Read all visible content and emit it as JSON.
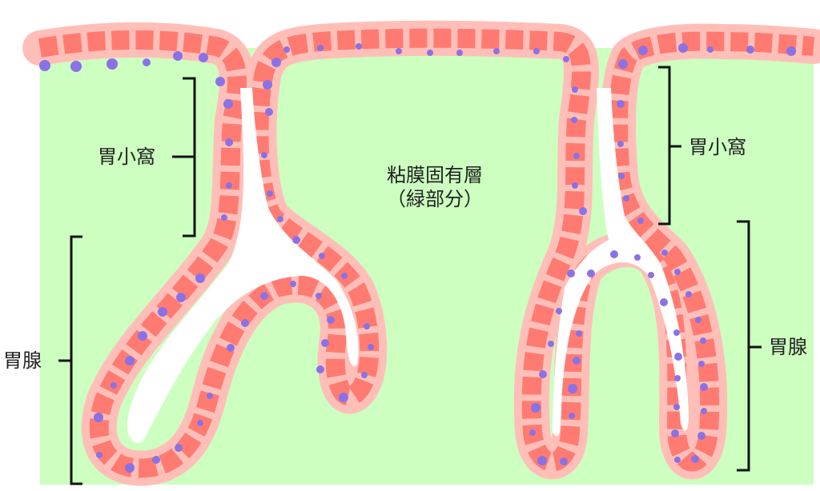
{
  "colors": {
    "background": "#ffffff",
    "lamina_propria": "#ccffc0",
    "epithelium_outer": "#ffbfb8",
    "cell_body": "#ff7b72",
    "nucleus": "#8a72e6",
    "lumen": "#ffffff",
    "bracket": "#111111",
    "text": "#222222"
  },
  "labels": {
    "gastric_pit_left": "胃小窩",
    "gastric_gland_left": "胃腺",
    "lamina_propria_line1": "粘膜固有層",
    "lamina_propria_line2": "（緑部分）",
    "gastric_pit_right": "胃小窩",
    "gastric_gland_right": "胃腺"
  }
}
